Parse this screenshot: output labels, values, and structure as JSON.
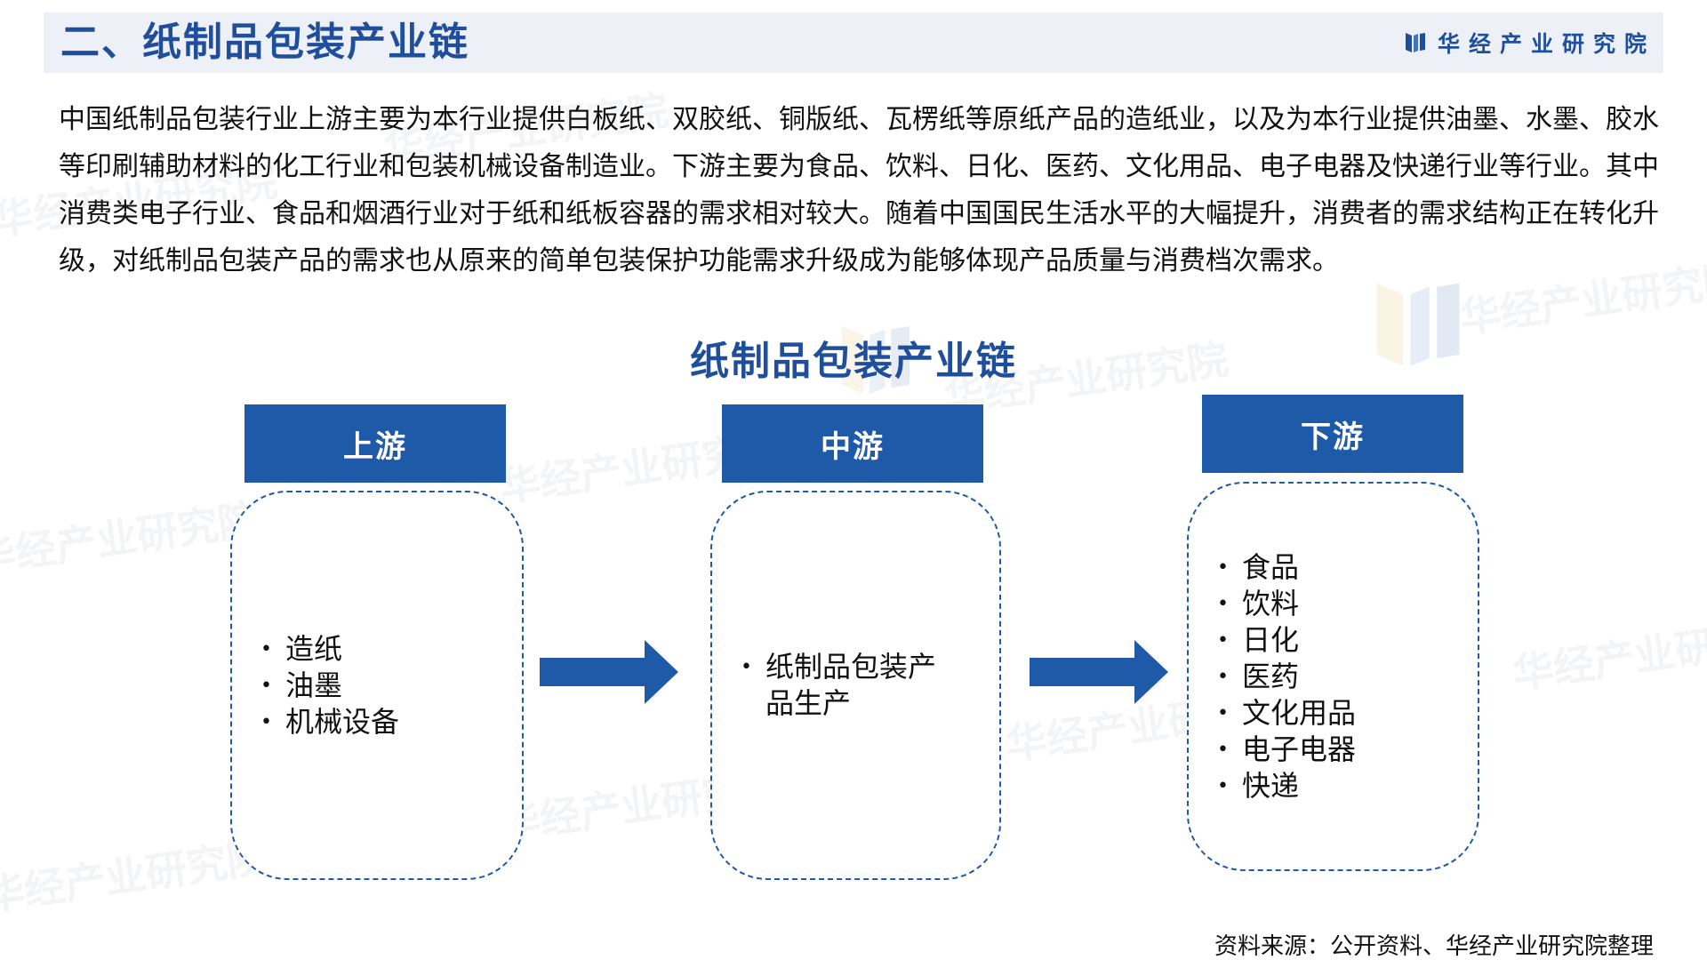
{
  "header": {
    "section_title": "二、纸制品包装产业链",
    "brand_name": "华经产业研究院"
  },
  "intro_text": "中国纸制品包装行业上游主要为本行业提供白板纸、双胶纸、铜版纸、瓦楞纸等原纸产品的造纸业，以及为本行业提供油墨、水墨、胶水等印刷辅助材料的化工行业和包装机械设备制造业。下游主要为食品、饮料、日化、医药、文化用品、电子电器及快递行业等行业。其中消费类电子行业、食品和烟酒行业对于纸和纸板容器的需求相对较大。随着中国国民生活水平的大幅提升，消费者的需求结构正在转化升级，对纸制品包装产品的需求也从原来的简单包装保护功能需求升级成为能够体现产品质量与消费档次需求。",
  "diagram": {
    "title": "纸制品包装产业链",
    "stages": [
      {
        "label": "上游",
        "items": [
          "造纸",
          "油墨",
          "机械设备"
        ]
      },
      {
        "label": "中游",
        "items": [
          "纸制品包装产品生产"
        ]
      },
      {
        "label": "下游",
        "items": [
          "食品",
          "饮料",
          "日化",
          "医药",
          "文化用品",
          "电子电器",
          "快递"
        ]
      }
    ]
  },
  "source_note": "资料来源：公开资料、华经产业研究院整理",
  "colors": {
    "primary": "#1f5aa8",
    "title_blue": "#1f4f9c",
    "header_bg": "#eef0f7"
  }
}
